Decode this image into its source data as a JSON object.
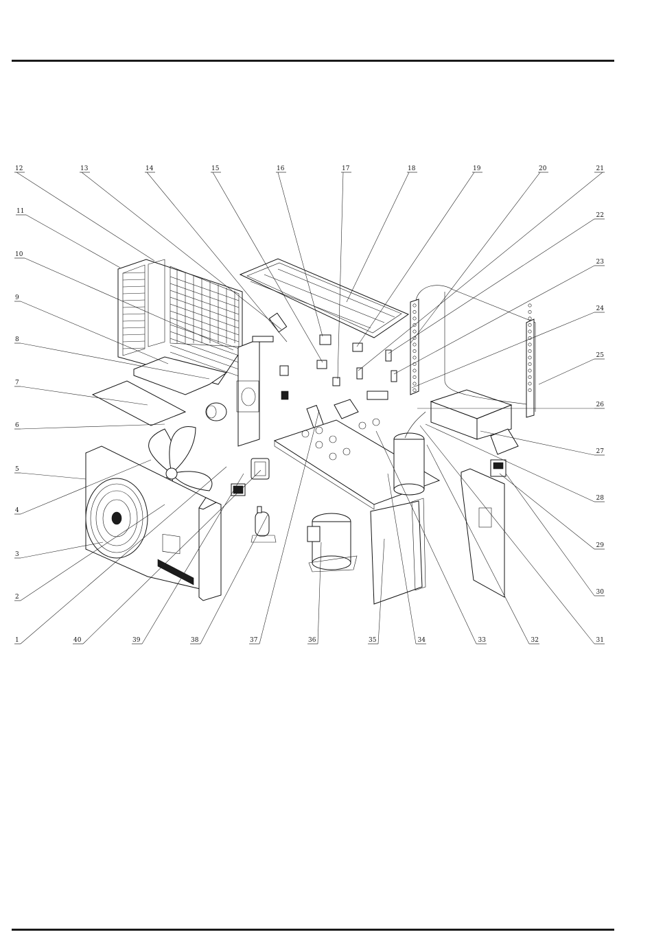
{
  "diagram": {
    "callouts": [
      {
        "n": "1"
      },
      {
        "n": "2"
      },
      {
        "n": "3"
      },
      {
        "n": "4"
      },
      {
        "n": "5"
      },
      {
        "n": "6"
      },
      {
        "n": "7"
      },
      {
        "n": "8"
      },
      {
        "n": "9"
      },
      {
        "n": "10"
      },
      {
        "n": "11"
      },
      {
        "n": "12"
      },
      {
        "n": "13"
      },
      {
        "n": "14"
      },
      {
        "n": "15"
      },
      {
        "n": "16"
      },
      {
        "n": "17"
      },
      {
        "n": "18"
      },
      {
        "n": "19"
      },
      {
        "n": "20"
      },
      {
        "n": "21"
      },
      {
        "n": "22"
      },
      {
        "n": "23"
      },
      {
        "n": "24"
      },
      {
        "n": "25"
      },
      {
        "n": "26"
      },
      {
        "n": "27"
      },
      {
        "n": "28"
      },
      {
        "n": "29"
      },
      {
        "n": "30"
      },
      {
        "n": "31"
      },
      {
        "n": "32"
      },
      {
        "n": "33"
      },
      {
        "n": "34"
      },
      {
        "n": "35"
      },
      {
        "n": "36"
      },
      {
        "n": "37"
      },
      {
        "n": "38"
      },
      {
        "n": "39"
      },
      {
        "n": "40"
      }
    ]
  },
  "colors": {
    "line": "#111111",
    "background": "#ffffff"
  }
}
